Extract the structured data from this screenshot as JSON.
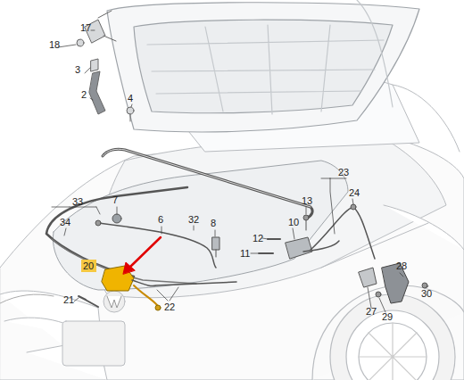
{
  "diagram": {
    "nodes": [
      {
        "text": [
          "20"
        ]
      }
    ],
    "labels": [
      "17",
      "18",
      "3",
      "2",
      "4",
      "33",
      "34",
      "7",
      "6",
      "32",
      "8",
      "10",
      "13",
      "12",
      "11",
      "23",
      "24",
      "28",
      "21",
      "22",
      "27",
      "29",
      "30"
    ]
  }
}
